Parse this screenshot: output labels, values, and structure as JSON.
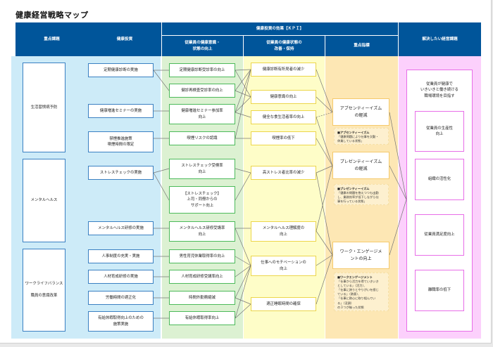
{
  "title": "健康経営戦略マップ",
  "headers": {
    "priority_issues": "重点課題",
    "health_investment": "健康投資",
    "kpi_group": "健康投資の効果【ＫＰＩ】",
    "awareness": "従業員の健康意識・\n状態の向上",
    "condition": "従業員の健康状態の\n改善・保持",
    "key_indicators": "重点指標",
    "management_issues": "解決したい経営課題"
  },
  "colors": {
    "header": "#00559a",
    "band_blue": "#cdebf8",
    "band_green": "#dcf1d2",
    "band_yellow": "#fefdc8",
    "band_orange": "#fde7b4",
    "band_pink": "#fcd0fc"
  },
  "priority_issues": [
    {
      "label": "生活習慣病予防"
    },
    {
      "label": "メンタルヘルス"
    },
    {
      "label": "ワークライフバランス\n\n職員の意識改革"
    }
  ],
  "investments": [
    {
      "label": "定期健康診断の実施"
    },
    {
      "label": "健康増進セミナーの実施"
    },
    {
      "label": "禁煙推進施策\n喫煙時間の限定"
    },
    {
      "label": "ストレスチェックの実施"
    },
    {
      "label": "メンタルヘルス研修の実施"
    },
    {
      "label": "人事制度の充実・実施"
    },
    {
      "label": "人材育成研修の実施"
    },
    {
      "label": "労働時間の適正化"
    },
    {
      "label": "有給休暇取得向上のための\n施策実施"
    }
  ],
  "awareness_kpis": [
    {
      "label": "定期健康診断受診率の向上"
    },
    {
      "label": "健診再検査受診率の向上"
    },
    {
      "label": "健康増進セミナー参加率\n向上"
    },
    {
      "label": "喫煙リスクの認識"
    },
    {
      "label": "ストレスチェック受検率\n向上"
    },
    {
      "label": "【ストレスチェック】\n上司・同僚からの\nサポート向上"
    },
    {
      "label": "メンタルヘルス研修受講率\n向上"
    },
    {
      "label": "男性育児休業取得率の向上"
    },
    {
      "label": "人材育成研修受講率向上"
    },
    {
      "label": "時間外勤務縮減"
    },
    {
      "label": "有給休暇取得率向上"
    }
  ],
  "condition_kpis": [
    {
      "label": "健康診断有所見者の減少"
    },
    {
      "label": "健康意識の向上"
    },
    {
      "label": "健全な食生活者率の向上"
    },
    {
      "label": "喫煙率の低下"
    },
    {
      "label": "高ストレス者比率の減少"
    },
    {
      "label": "メンタルヘルス理解度の\n向上"
    },
    {
      "label": "仕事へのモチベーションの\n向上"
    },
    {
      "label": "適正睡眠時間の確保"
    }
  ],
  "key_indicators": [
    {
      "label": "アブセンティーイズム\nの軽減",
      "note_title": "■アブセンティーイズム",
      "note_body": "「健康問題により仕事を欠勤・\n休業している状態」"
    },
    {
      "label": "プレゼンティーイズム\nの軽減",
      "note_title": "■プレゼンティーイズム",
      "note_body": "「健康の問題を抱えつつも出勤\nし、業務効率が低下しながら仕\n事を行っている状態」"
    },
    {
      "label": "ワーク・エンゲージメ\nントの向上",
      "note_title": "■ワークエンゲージメント",
      "note_body": "「仕事から活力を得ていきいき\nとしている」（活力）、\n「仕事に誇りとやりがいを感じ\nている」（熱意）、\n「仕事に熱心に取り組んでい\nる」（没頭）\nの３つが揃った状態"
    }
  ],
  "management_issues": {
    "goal": "従業員が健康で\nいきいきと働き続ける\n職場環境を目指す",
    "items": [
      {
        "label": "従業員の生産性\n向上"
      },
      {
        "label": "組織の活性化"
      },
      {
        "label": "従業員満足度向上"
      },
      {
        "label": "離職率の低下"
      }
    ]
  }
}
